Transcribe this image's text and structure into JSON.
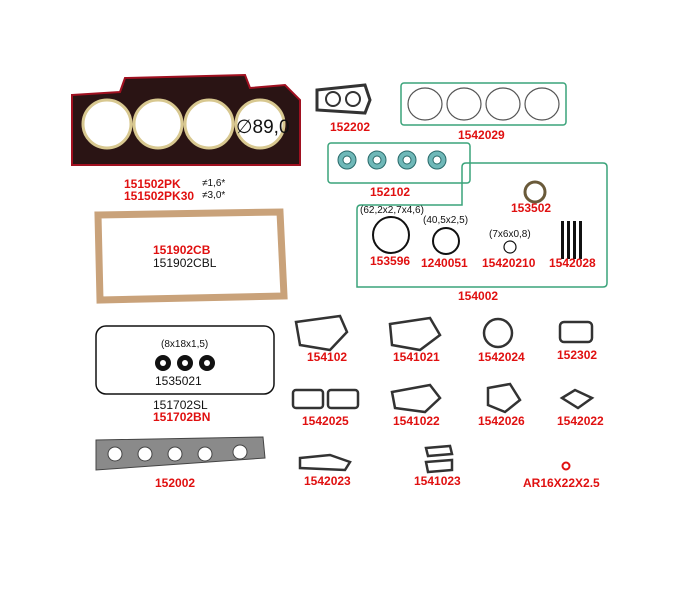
{
  "parts": {
    "head_gasket": {
      "code1": "151502PK",
      "code2": "151502PK30",
      "thick1": "≠1,6*",
      "thick2": "≠3,0*",
      "bore": "∅89,0"
    },
    "p152202": "152202",
    "p1542029": "1542029",
    "p152102": "152102",
    "kit": {
      "code": "154002",
      "p153502": "153502",
      "p153596": {
        "code": "153596",
        "dim": "(62,2x2,7x4,6)"
      },
      "p1240051": {
        "code": "1240051",
        "dim": "(40,5x2,5)"
      },
      "p15420210": {
        "code": "15420210",
        "dim": "(7x6x0,8)"
      },
      "p1542028": "1542028"
    },
    "oil_pan": {
      "code1": "151902CB",
      "code2": "151902CBL"
    },
    "valve_cover": {
      "seal_dim": "(8x18x1,5)",
      "seal_code": "1535021",
      "code1": "151702SL",
      "code2": "151702BN"
    },
    "p152002": "152002",
    "p154102": "154102",
    "p1541021": "1541021",
    "p1542024": "1542024",
    "p152302": "152302",
    "p1542025": "1542025",
    "p1541022": "1541022",
    "p1542026": "1542026",
    "p1542022": "1542022",
    "p1542023": "1542023",
    "p1541023": "1541023",
    "pAR": "AR16X22X2.5"
  },
  "colors": {
    "label": "#e01010",
    "box": "#3aa37a",
    "gasket_teal": "#6fb8b8",
    "cork": "#c9a27a"
  }
}
